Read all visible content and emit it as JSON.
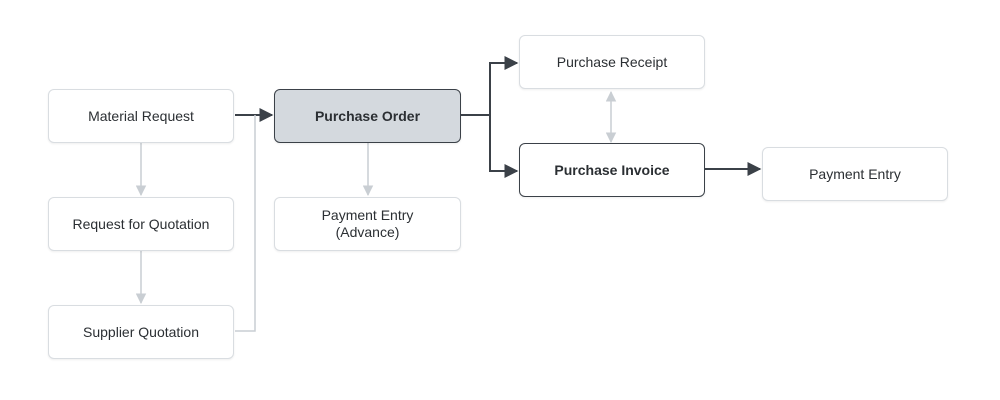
{
  "nodes": {
    "material_request": "Material Request",
    "request_for_quotation": "Request for Quotation",
    "supplier_quotation": "Supplier Quotation",
    "purchase_order": "Purchase Order",
    "payment_entry_advance_line1": "Payment Entry",
    "payment_entry_advance_line2": "(Advance)",
    "purchase_receipt": "Purchase Receipt",
    "purchase_invoice": "Purchase Invoice",
    "payment_entry": "Payment Entry"
  },
  "colors": {
    "primary_edge": "#3b4148",
    "secondary_edge": "#c9ced3",
    "active_fill": "#d4d9de",
    "node_border": "#d9dde1"
  }
}
